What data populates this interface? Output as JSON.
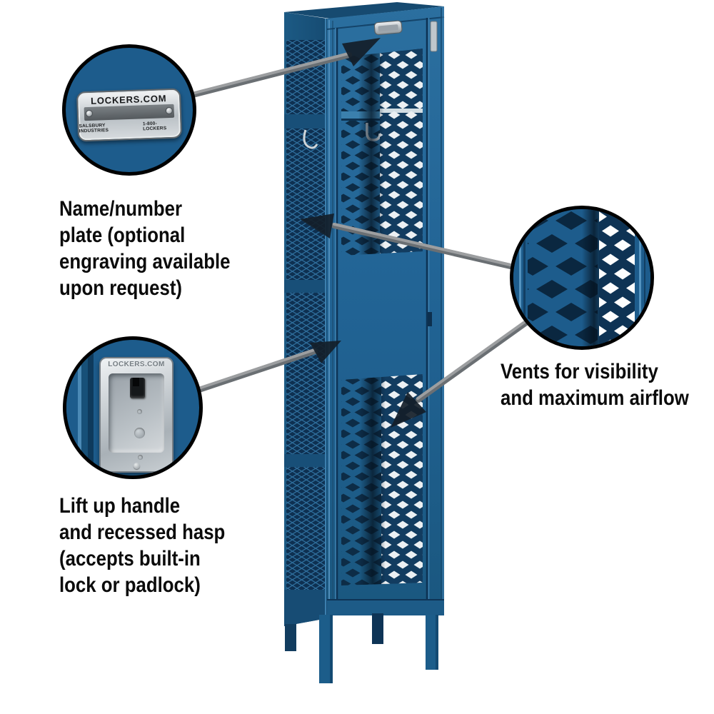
{
  "image_type": "annotated product diagram of a blue single-tier vented locker",
  "palette": {
    "background": "#ffffff",
    "locker_blue": "#1e5e8c",
    "locker_blue_dark": "#174f79",
    "vent_hole_dark": "#0d2c46",
    "vent_bright": "#fdfefe",
    "metal_silver": "#c3cacf",
    "arrow_line_gray": "#8d9093",
    "arrow_head_dark": "#141e29",
    "caption_text": "#0b0b0b",
    "circle_border": "#000000"
  },
  "callouts": {
    "nameplate": {
      "caption_lines": [
        "Name/number",
        "plate (optional",
        "engraving available",
        "upon request)"
      ],
      "plate_title": "LOCKERS.COM",
      "plate_footer_left": "SALSBURY INDUSTRIES",
      "plate_footer_right": "1-800-LOCKERS"
    },
    "handle": {
      "caption_lines": [
        "Lift up handle",
        "and recessed hasp",
        "(accepts built-in",
        "lock or padlock)"
      ],
      "brand": "LOCKERS.COM"
    },
    "vents": {
      "caption_lines": [
        "Vents for visibility",
        "and maximum airflow"
      ]
    }
  }
}
